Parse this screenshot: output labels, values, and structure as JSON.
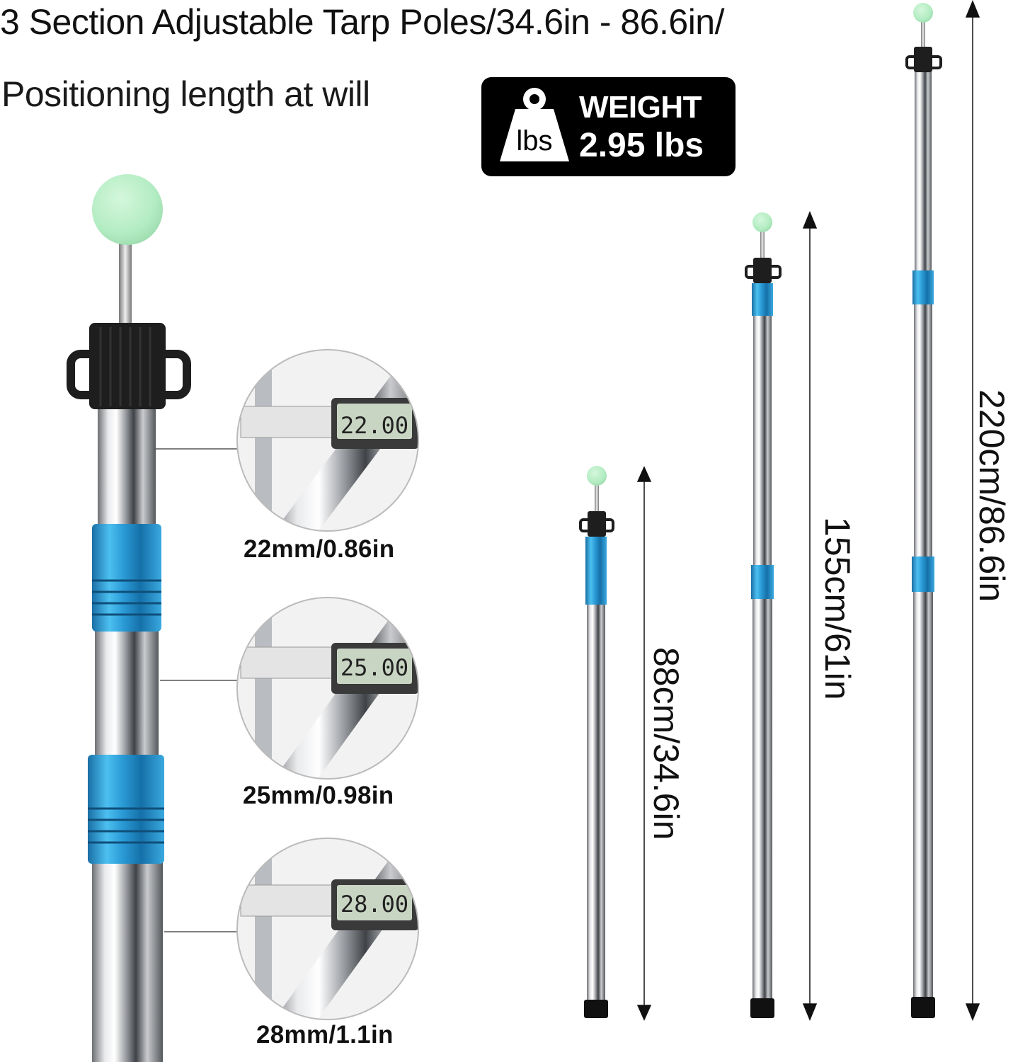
{
  "title": "3 Section Adjustable Tarp Poles/34.6in - 86.6in/",
  "subtitle": "Positioning length at will",
  "weight": {
    "icon": "weight-icon",
    "icon_text": "lbs",
    "label": "WEIGHT",
    "value": "2.95 lbs"
  },
  "diameters": [
    {
      "label": "22mm/0.86in",
      "display": "22.00"
    },
    {
      "label": "25mm/0.98in",
      "display": "25.00"
    },
    {
      "label": "28mm/1.1in",
      "display": "28.00"
    }
  ],
  "lengths": [
    {
      "label": "88cm/34.6in"
    },
    {
      "label": "155cm/61in"
    },
    {
      "label": "220cm/86.6in"
    }
  ],
  "colors": {
    "accent_blue": "#2f9fd8",
    "glow_ball": "#b8efc6",
    "cap": "#1e1e1e"
  }
}
